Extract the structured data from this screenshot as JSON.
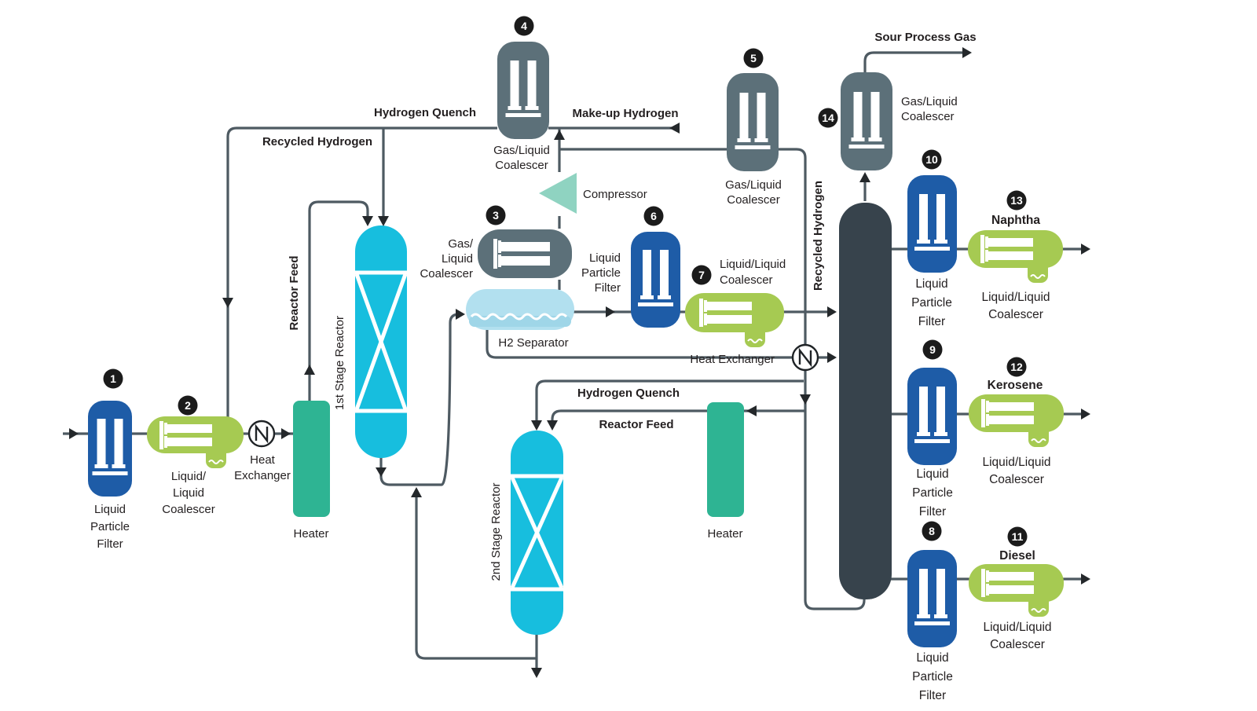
{
  "streams": {
    "hydrogen_quench_top": "Hydrogen Quench",
    "recycled_hydrogen_top": "Recycled Hydrogen",
    "makeup_hydrogen": "Make-up Hydrogen",
    "sour_process_gas": "Sour Process Gas",
    "hydrogen_quench_bottom": "Hydrogen Quench",
    "reactor_feed_bottom": "Reactor Feed",
    "reactor_feed_left": "Reactor Feed",
    "recycled_hydrogen_right": "Recycled Hydrogen"
  },
  "equipment": {
    "filter1": {
      "number": "1",
      "lines": [
        "Liquid",
        "Particle",
        "Filter"
      ]
    },
    "coalescer2": {
      "number": "2",
      "lines": [
        "Liquid/",
        "Liquid",
        "Coalescer"
      ]
    },
    "heat_exchanger1": {
      "lines": [
        "Heat",
        "Exchanger"
      ]
    },
    "heater1": {
      "label": "Heater"
    },
    "reactor1": {
      "label": "1st Stage Reactor"
    },
    "coalescer3": {
      "number": "3",
      "lines": [
        "Gas/",
        "Liquid",
        "Coalescer"
      ]
    },
    "coalescer4": {
      "number": "4",
      "lines": [
        "Gas/Liquid",
        "Coalescer"
      ]
    },
    "compressor": {
      "label": "Compressor"
    },
    "coalescer5": {
      "number": "5",
      "lines": [
        "Gas/Liquid",
        "Coalescer"
      ]
    },
    "h2_separator": {
      "label": "H2 Separator"
    },
    "filter6": {
      "number": "6",
      "lines": [
        "Liquid",
        "Particle",
        "Filter"
      ]
    },
    "coalescer7": {
      "number": "7",
      "lines": [
        "Liquid/Liquid",
        "Coalescer"
      ]
    },
    "heat_exchanger2": {
      "label": "Heat Exchanger"
    },
    "reactor2": {
      "label": "2nd Stage Reactor"
    },
    "heater2": {
      "label": "Heater"
    },
    "coalescer14": {
      "number": "14",
      "lines": [
        "Gas/Liquid",
        "Coalescer"
      ]
    },
    "filter10": {
      "number": "10",
      "lines": [
        "Liquid",
        "Particle",
        "Filter"
      ]
    },
    "coalescer13": {
      "number": "13",
      "product": "Naphtha",
      "lines": [
        "Liquid/Liquid",
        "Coalescer"
      ]
    },
    "filter9": {
      "number": "9",
      "lines": [
        "Liquid",
        "Particle",
        "Filter"
      ]
    },
    "coalescer12": {
      "number": "12",
      "product": "Kerosene",
      "lines": [
        "Liquid/Liquid",
        "Coalescer"
      ]
    },
    "filter8": {
      "number": "8",
      "lines": [
        "Liquid",
        "Particle",
        "Filter"
      ]
    },
    "coalescer11": {
      "number": "11",
      "product": "Diesel",
      "lines": [
        "Liquid/Liquid",
        "Coalescer"
      ]
    }
  },
  "colors": {
    "filter_blue": "#1e5ca7",
    "coalescer_green": "#a6ca52",
    "gas_coalescer_slate": "#5c7079",
    "reactor_cyan": "#17bede",
    "heater_teal": "#2eb493",
    "column_dark": "#37434c",
    "separator_light_blue": "#b2e0ef",
    "separator_liquid": "#9fd6e8",
    "compressor_teal": "#8fd3c1",
    "line_gray": "#4e5a62",
    "arrow_dark": "#24282b",
    "badge_black": "#1b1b1b",
    "text_dark": "#231f20"
  }
}
